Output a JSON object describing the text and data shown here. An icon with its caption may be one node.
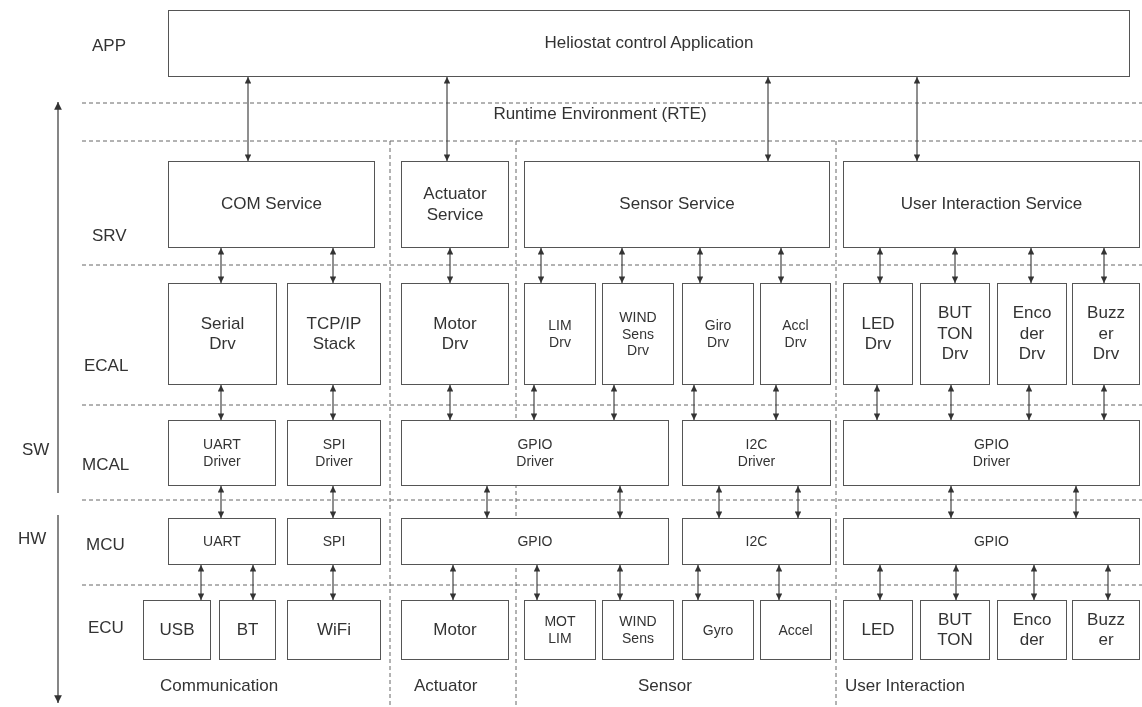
{
  "diagram": {
    "nodes": [
      {
        "text": [
          "Heliostat control Application"
        ]
      },
      {
        "text": [
          "COM Service"
        ]
      },
      {
        "text": [
          "Actuator Service"
        ]
      },
      {
        "text": [
          "Sensor Service"
        ]
      },
      {
        "text": [
          "User Interaction Service"
        ]
      },
      {
        "text": [
          "Serial Drv"
        ]
      },
      {
        "text": [
          "TCP/IP Stack"
        ]
      },
      {
        "text": [
          "Motor Drv"
        ]
      },
      {
        "text": [
          "LIM Drv"
        ]
      },
      {
        "text": [
          "WIND Sens Drv"
        ]
      },
      {
        "text": [
          "Giro Drv"
        ]
      },
      {
        "text": [
          "Accl Drv"
        ]
      },
      {
        "text": [
          "LED Drv"
        ]
      },
      {
        "text": [
          "BUT TON Drv"
        ]
      },
      {
        "text": [
          "Enco der Drv"
        ]
      },
      {
        "text": [
          "Buzz er Drv"
        ]
      },
      {
        "text": [
          "UART Driver"
        ]
      },
      {
        "text": [
          "SPI Driver"
        ]
      },
      {
        "text": [
          "GPIO Driver"
        ]
      },
      {
        "text": [
          "I2C Driver"
        ]
      },
      {
        "text": [
          "GPIO Driver"
        ]
      },
      {
        "text": [
          "UART"
        ]
      },
      {
        "text": [
          "SPI"
        ]
      },
      {
        "text": [
          "GPIO"
        ]
      },
      {
        "text": [
          "I2C"
        ]
      },
      {
        "text": [
          "GPIO"
        ]
      },
      {
        "text": [
          "USB"
        ]
      },
      {
        "text": [
          "BT"
        ]
      },
      {
        "text": [
          "WiFi"
        ]
      },
      {
        "text": [
          "Motor"
        ]
      },
      {
        "text": [
          "MOT LIM"
        ]
      },
      {
        "text": [
          "WIND Sens"
        ]
      },
      {
        "text": [
          "Gyro"
        ]
      },
      {
        "text": [
          "Accel"
        ]
      },
      {
        "text": [
          "LED"
        ]
      },
      {
        "text": [
          "BUT TON"
        ]
      },
      {
        "text": [
          "Enco der"
        ]
      },
      {
        "text": [
          "Buzz er"
        ]
      }
    ],
    "edges": [
      {
        "from": 0,
        "to": 1,
        "arrow": "both"
      },
      {
        "from": 0,
        "to": 2,
        "arrow": "both"
      },
      {
        "from": 0,
        "to": 3,
        "arrow": "both"
      },
      {
        "from": 0,
        "to": 4,
        "arrow": "both"
      },
      {
        "from": 1,
        "to": 5,
        "arrow": "both"
      },
      {
        "from": 1,
        "to": 6,
        "arrow": "both"
      },
      {
        "from": 2,
        "to": 7,
        "arrow": "both"
      },
      {
        "from": 3,
        "to": 8,
        "arrow": "both"
      },
      {
        "from": 3,
        "to": 9,
        "arrow": "both"
      },
      {
        "from": 3,
        "to": 10,
        "arrow": "both"
      },
      {
        "from": 3,
        "to": 11,
        "arrow": "both"
      },
      {
        "from": 4,
        "to": 12,
        "arrow": "both"
      },
      {
        "from": 4,
        "to": 13,
        "arrow": "both"
      },
      {
        "from": 4,
        "to": 14,
        "arrow": "both"
      },
      {
        "from": 4,
        "to": 15,
        "arrow": "both"
      },
      {
        "from": 5,
        "to": 16,
        "arrow": "both"
      },
      {
        "from": 6,
        "to": 17,
        "arrow": "both"
      },
      {
        "from": 7,
        "to": 18,
        "arrow": "both"
      },
      {
        "from": 8,
        "to": 18,
        "arrow": "both"
      },
      {
        "from": 9,
        "to": 18,
        "arrow": "both"
      },
      {
        "from": 10,
        "to": 19,
        "arrow": "both"
      },
      {
        "from": 11,
        "to": 19,
        "arrow": "both"
      },
      {
        "from": 12,
        "to": 20,
        "arrow": "both"
      },
      {
        "from": 13,
        "to": 20,
        "arrow": "both"
      },
      {
        "from": 14,
        "to": 20,
        "arrow": "both"
      },
      {
        "from": 15,
        "to": 20,
        "arrow": "both"
      },
      {
        "from": 16,
        "to": 21,
        "arrow": "both"
      },
      {
        "from": 17,
        "to": 22,
        "arrow": "both"
      },
      {
        "from": 18,
        "to": 23,
        "arrow": "both"
      },
      {
        "from": 18,
        "to": 23,
        "arrow": "both"
      },
      {
        "from": 19,
        "to": 24,
        "arrow": "both"
      },
      {
        "from": 19,
        "to": 24,
        "arrow": "both"
      },
      {
        "from": 20,
        "to": 25,
        "arrow": "both"
      },
      {
        "from": 20,
        "to": 25,
        "arrow": "both"
      },
      {
        "from": 21,
        "to": 26,
        "arrow": "both"
      },
      {
        "from": 21,
        "to": 27,
        "arrow": "both"
      },
      {
        "from": 22,
        "to": 28,
        "arrow": "both"
      },
      {
        "from": 23,
        "to": 29,
        "arrow": "both"
      },
      {
        "from": 23,
        "to": 30,
        "arrow": "both"
      },
      {
        "from": 23,
        "to": 31,
        "arrow": "both"
      },
      {
        "from": 24,
        "to": 32,
        "arrow": "both"
      },
      {
        "from": 24,
        "to": 33,
        "arrow": "both"
      },
      {
        "from": 25,
        "to": 34,
        "arrow": "both"
      },
      {
        "from": 25,
        "to": 35,
        "arrow": "both"
      },
      {
        "from": 25,
        "to": 36,
        "arrow": "both"
      },
      {
        "from": 25,
        "to": 37,
        "arrow": "both"
      }
    ],
    "labels": [
      "APP",
      "Runtime Environment (RTE)",
      "SRV",
      "ECAL",
      "SW",
      "MCAL",
      "HW",
      "MCU",
      "ECU",
      "Communication",
      "Actuator",
      "Sensor",
      "User Interaction"
    ]
  }
}
